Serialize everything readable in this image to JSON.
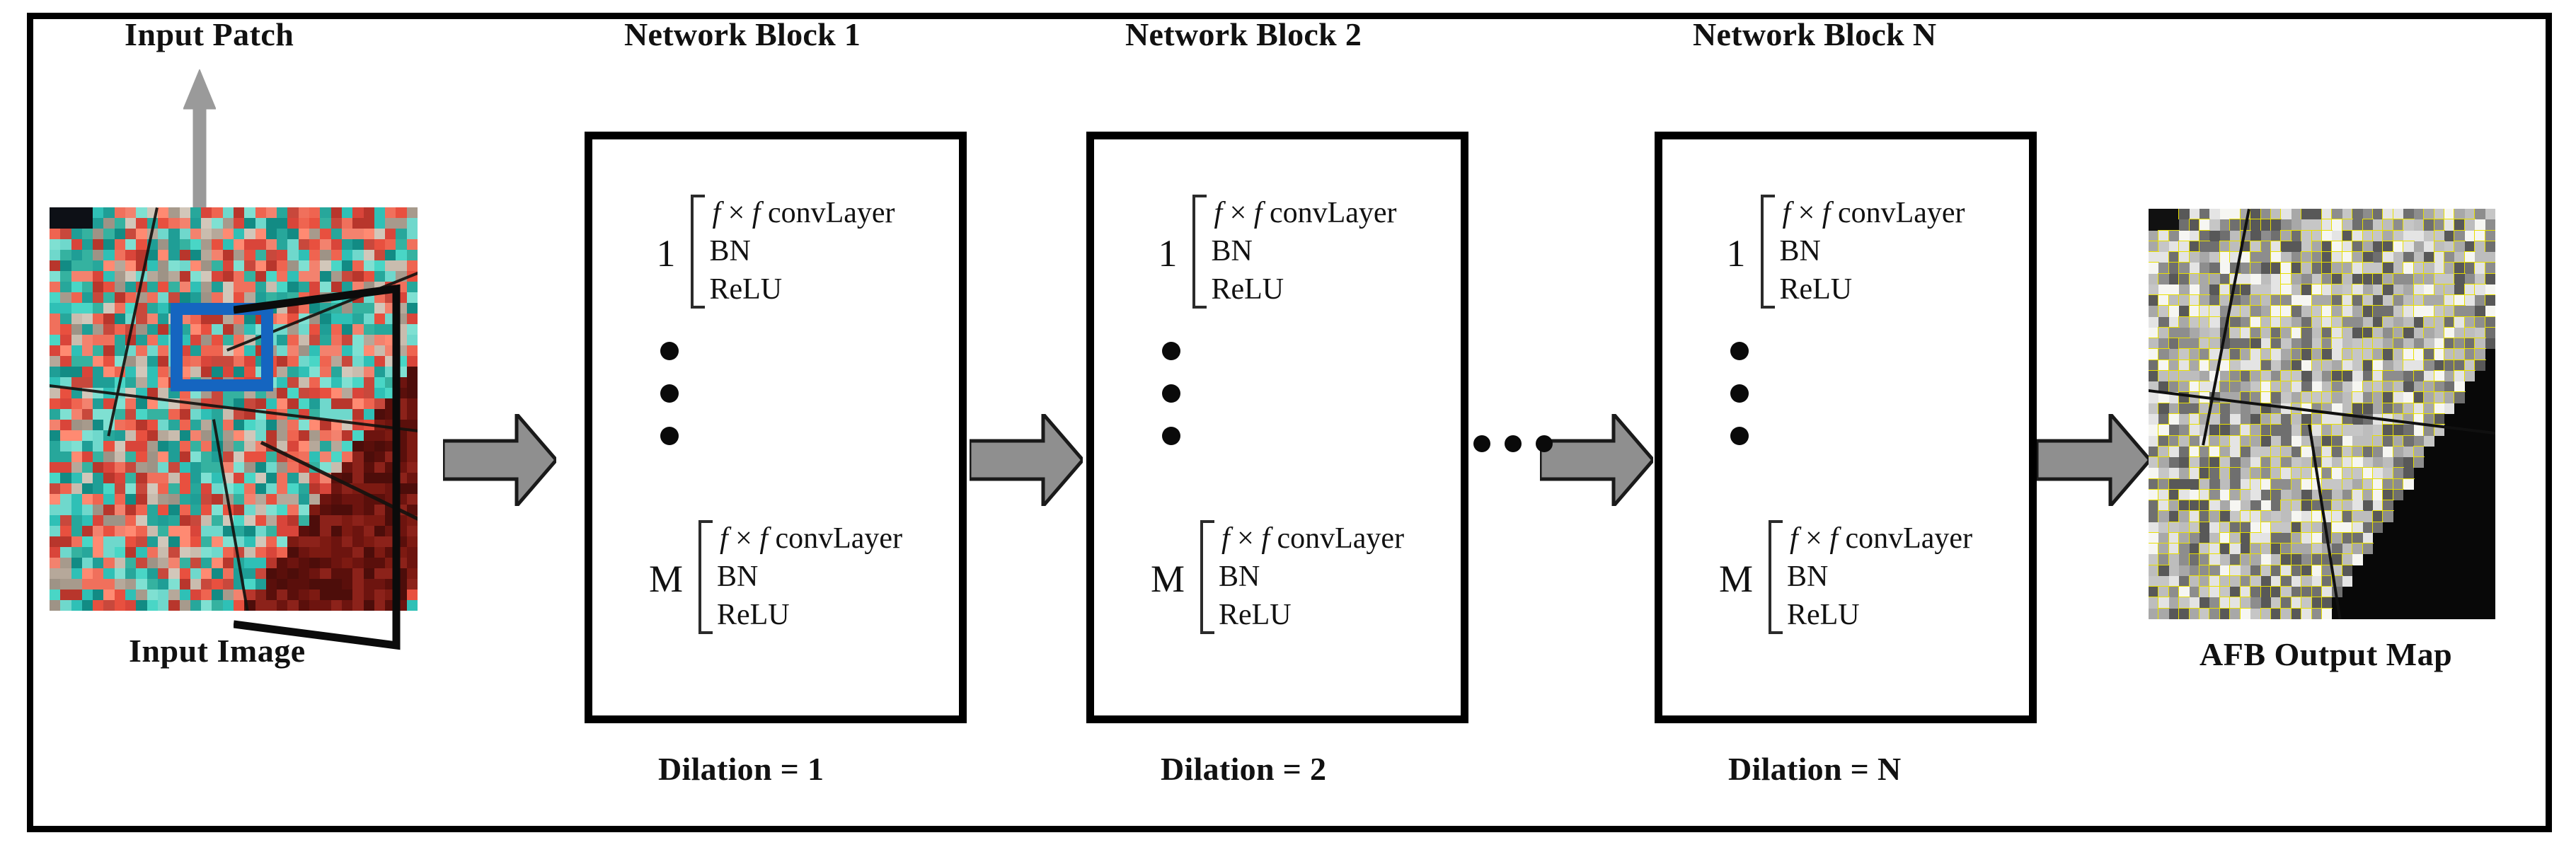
{
  "figure": {
    "type": "architecture-diagram",
    "title_visible": false,
    "frame_color": "#000000"
  },
  "left_panel": {
    "patch_label": "Input Patch",
    "image_caption": "Input Image",
    "patch_box_color": "#1565C0",
    "arrow_color": "#9a9a9a",
    "image_kind": "false-color hyperspectral scene"
  },
  "blocks": [
    {
      "title": "Network Block 1",
      "first_index": "1",
      "last_index": "M",
      "layer_lines": [
        "f × f convLayer",
        "BN",
        "ReLU"
      ],
      "conv_size_symbol": "f",
      "dilation_label": "Dilation = 1",
      "dilation_value": "1"
    },
    {
      "title": "Network Block 2",
      "first_index": "1",
      "last_index": "M",
      "layer_lines": [
        "f × f convLayer",
        "BN",
        "ReLU"
      ],
      "conv_size_symbol": "f",
      "dilation_label": "Dilation = 2",
      "dilation_value": "2"
    },
    {
      "title": "Network Block N",
      "first_index": "1",
      "last_index": "M",
      "layer_lines": [
        "f × f convLayer",
        "BN",
        "ReLU"
      ],
      "conv_size_symbol": "f",
      "dilation_label": "Dilation = N",
      "dilation_value": "N"
    }
  ],
  "ellipsis": {
    "between_blocks": "• • •",
    "within_block": "•"
  },
  "right_panel": {
    "caption": "AFB Output Map",
    "map_kind": "grayscale classification map with yellow field boundaries",
    "boundary_color": "#e8e000"
  },
  "arrows": {
    "color": "#8f8f8f",
    "outline": "#1a1a1a",
    "count": 4
  }
}
